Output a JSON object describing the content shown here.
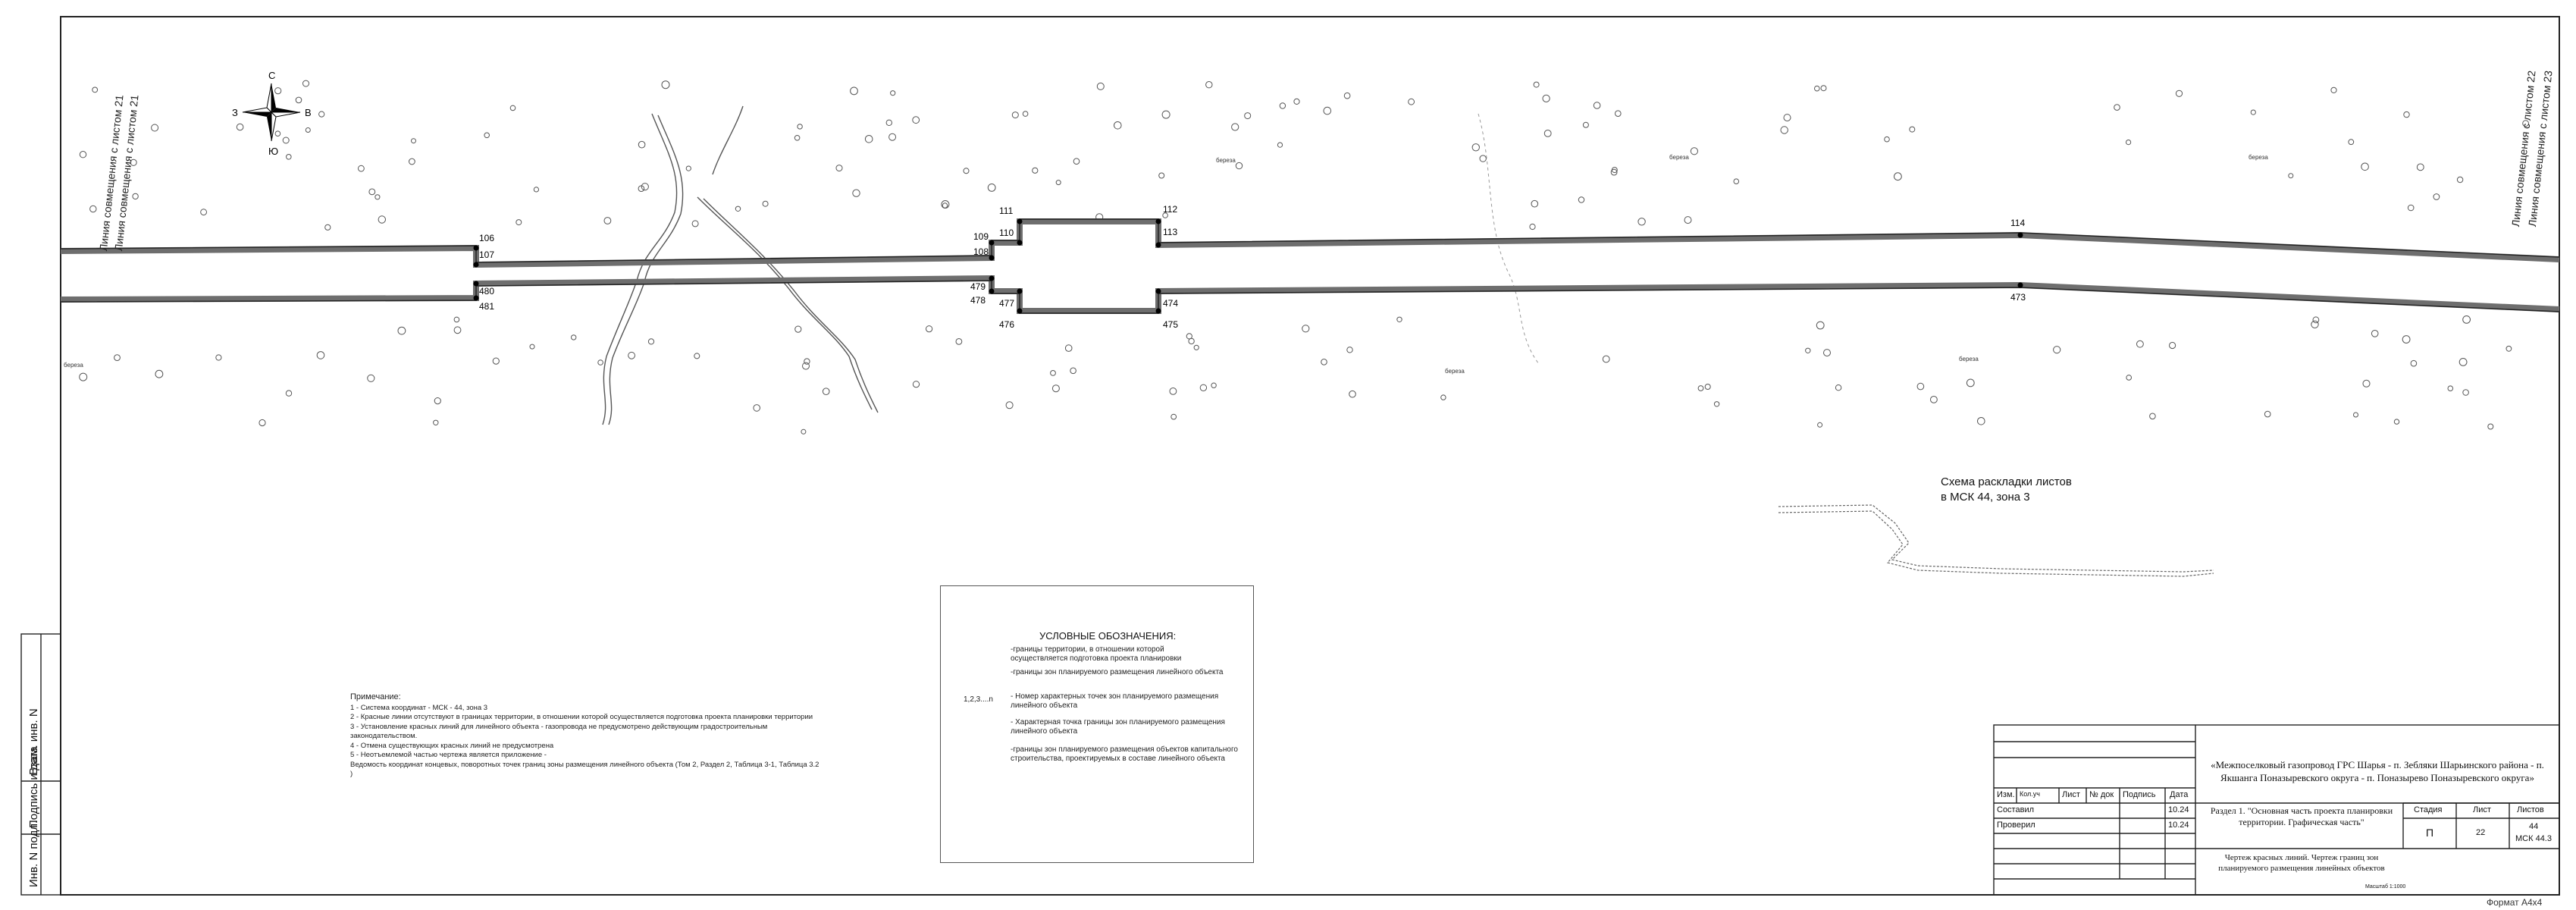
{
  "drawing": {
    "match_lines": {
      "left_a": "Линия совмещения с листом 21",
      "left_b": "Линия совмещения с листом 21",
      "right_a": "Линия совмещения с листом 22",
      "right_b": "Линия совмещения с листом 23"
    },
    "compass": {
      "n": "С",
      "s": "Ю",
      "w": "З",
      "e": "В"
    },
    "points_top": [
      "106",
      "107",
      "109",
      "108",
      "111",
      "110",
      "112",
      "113",
      "114"
    ],
    "points_bottom": [
      "480",
      "481",
      "479",
      "478",
      "477",
      "476",
      "474",
      "475",
      "473"
    ],
    "tree_labels": [
      "береза",
      "береза",
      "береза",
      "береза",
      "береза",
      "береза"
    ],
    "colors": {
      "red_line": "#6e6e6e",
      "zone_line": "#222222"
    }
  },
  "scheme": {
    "title_line1": "Схема раскладки листов",
    "title_line2": "в МСК 44, зона 3"
  },
  "notes": {
    "heading": "Примечание:",
    "items": [
      "1 - Система координат - МСК - 44, зона 3",
      "2 - Красные линии отсутствуют в границах территории, в отношении которой осуществляется подготовка проекта планировки территории",
      "3 - Установление красных линий для линейного объекта - газопровода не предусмотрено действующим градостроительным законодательством.",
      "4 - Отмена существующих красных линий не предусмотрена",
      "5 - Неотъемлемой частью чертежа является приложение -",
      "Ведомость координат концевых, поворотных точек границ зоны размещения линейного объекта (Том 2, Раздел 2, Таблица 3-1, Таблица 3.2 )"
    ]
  },
  "legend": {
    "title": "УСЛОВНЫЕ ОБОЗНАЧЕНИЯ:",
    "item1": "-границы территории, в отношении которой осуществляется подготовка проекта планировки",
    "item2": "-границы зон планируемого размещения линейного объекта",
    "item3_symbol": "1,2,3....n",
    "item3": "- Номер характерных точек зон планируемого размещения линейного объекта",
    "item4": "- Характерная точка границы зон планируемого размещения линейного объекта",
    "item5": "-границы зон планируемого размещения объектов капитального строительства, проектируемых в составе линейного объекта"
  },
  "side_stamp": {
    "inv": "Инв. N подл.",
    "sign": "Подпись и дата",
    "vzam": "Взам. инв. N"
  },
  "title_block": {
    "project": "«Межпоселковый газопровод ГРС Шарья - п. Зебляки Шарьинского района - п. Якшанга Поназыревского округа - п. Поназырево Поназыревского округа»",
    "section": "Раздел 1. \"Основная часть проекта планировки территории. Графическая часть\"",
    "sheet_title": "Чертеж красных линий. Чертеж границ зон планируемого размещения линейных объектов",
    "scale": "Масштаб 1:1000",
    "headers": {
      "izm": "Изм.",
      "kol": "Кол.уч",
      "list": "Лист",
      "ndoc": "№ док",
      "podp": "Подпись",
      "date": "Дата"
    },
    "rows": [
      {
        "role": "Составил",
        "date": "10.24"
      },
      {
        "role": "Проверил",
        "date": "10.24"
      }
    ],
    "stage_label": "Стадия",
    "stage": "П",
    "sheet_label": "Лист",
    "sheet": "22",
    "sheets_label": "Листов",
    "sheets": "44",
    "code": "МСК 44.3"
  },
  "format": "Формат А4х4"
}
